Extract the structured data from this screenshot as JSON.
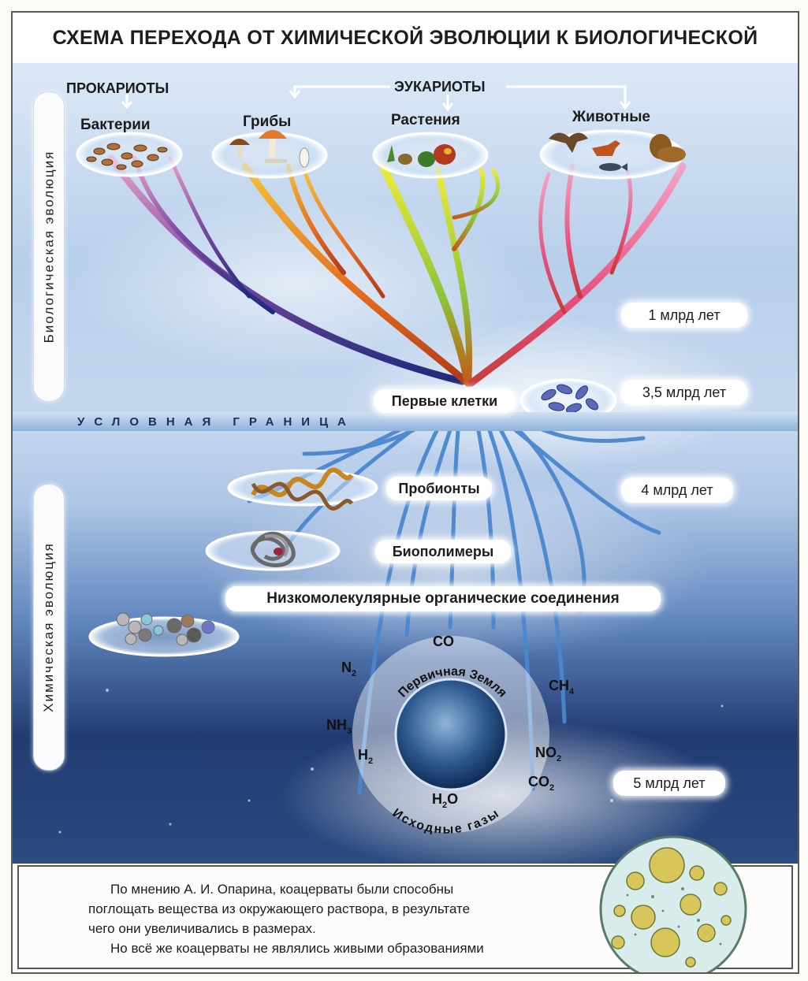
{
  "title": "СХЕМА ПЕРЕХОДА ОТ ХИМИЧЕСКОЙ ЭВОЛЮЦИИ К БИОЛОГИЧЕСКОЙ",
  "side_labels": {
    "biological": "Биологическая эволюция",
    "chemical": "Химическая эволюция"
  },
  "groups": {
    "prokaryotes": "ПРОКАРИОТЫ",
    "eukaryotes": "ЭУКАРИОТЫ"
  },
  "kingdoms": [
    "Бактерии",
    "Грибы",
    "Растения",
    "Животные"
  ],
  "stages": {
    "first_cells": "Первые клетки",
    "probionts": "Пробионты",
    "biopolymers": "Биополимеры",
    "low_molecular": "Низкомолекулярные органические соединения"
  },
  "boundary": "УСЛОВНАЯ ГРАНИЦА",
  "time_labels": [
    "1 млрд лет",
    "3,5 млрд лет",
    "4 млрд лет",
    "5 млрд лет"
  ],
  "earth": {
    "label": "Первичная Земля",
    "gases_label": "Исходные газы",
    "gases": {
      "n2": {
        "base": "N",
        "sub": "2"
      },
      "co": {
        "base": "CO",
        "sub": ""
      },
      "ch4": {
        "base": "CH",
        "sub": "4"
      },
      "nh3": {
        "base": "NH",
        "sub": "3"
      },
      "h2": {
        "base": "H",
        "sub": "2"
      },
      "no2": {
        "base": "NO",
        "sub": "2"
      },
      "h2o": {
        "base": "H",
        "sub": "2",
        "tail": "O"
      },
      "co2": {
        "base": "CO",
        "sub": "2"
      }
    }
  },
  "note": {
    "line1": "По мнению А. И. Опарина, коацерваты были способны",
    "line2": "поглощать вещества из окружающего раствора, в результате",
    "line3": "чего они увеличивались в размерах.",
    "line4": "Но всё же коацерваты не являлись живыми образованиями"
  },
  "colors": {
    "bacteria_branch": "#3b3f8f",
    "fungi_branch": "#e07a1e",
    "plants_branch": "#7fbf2a",
    "animals_branch": "#e0508a",
    "chemical_roots": "#3f7cc4"
  }
}
